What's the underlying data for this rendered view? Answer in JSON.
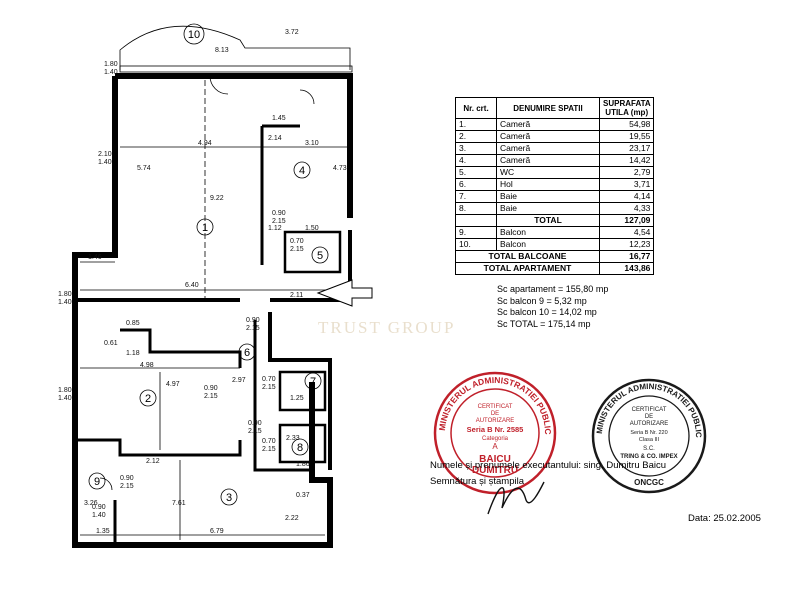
{
  "rooms": {
    "r1": "1",
    "r2": "2",
    "r3": "3",
    "r4": "4",
    "r5": "5",
    "r6": "6",
    "r7": "7",
    "r8": "8",
    "r9": "9",
    "r10": "10"
  },
  "dimensions": {
    "d_813": "8.13",
    "d_372": "3.72",
    "d_180a": "1.80",
    "d_140a": "1.40",
    "d_210": "2.10",
    "d_140b": "1.40",
    "d_494": "4.94",
    "d_310": "3.10",
    "d_574": "5.74",
    "d_922": "9.22",
    "d_473": "4.73",
    "d_145": "1.45",
    "d_214": "2.14",
    "d_090a": "0.90",
    "d_215a": "2.15",
    "d_150": "1.50",
    "d_070a": "0.70",
    "d_215b": "2.15",
    "d_112": "1.12",
    "d_146": "1.46",
    "d_180b": "1.80",
    "d_140c": "1.40",
    "d_640": "6.40",
    "d_211": "2.11",
    "d_085": "0.85",
    "d_118": "1.18",
    "d_061": "0.61",
    "d_090b": "0.90",
    "d_215c": "2.15",
    "d_498": "4.98",
    "d_497": "4.97",
    "d_297": "2.97",
    "d_090c": "0.90",
    "d_215d": "2.15",
    "d_070b": "0.70",
    "d_215e": "2.15",
    "d_180c": "1.80",
    "d_140d": "1.40",
    "d_090d": "0.90",
    "d_215f": "2.15",
    "d_212": "2.12",
    "d_761": "7.61",
    "d_070c": "0.70",
    "d_215g": "2.15",
    "d_186": "1.86",
    "d_090e": "0.90",
    "d_215h": "2.15",
    "d_037": "0.37",
    "d_090f": "0.90",
    "d_140e": "1.40",
    "d_326": "3.26",
    "d_135": "1.35",
    "d_679": "6.79",
    "d_222": "2.22",
    "d_233": "2.33",
    "d_125": "1.25"
  },
  "table": {
    "headers": {
      "nr": "Nr. crt.",
      "name": "DENUMIRE SPATII",
      "area": "SUPRAFATA UTILA (mp)"
    },
    "rows": [
      {
        "nr": "1.",
        "name": "Cameră",
        "area": "54,98"
      },
      {
        "nr": "2.",
        "name": "Cameră",
        "area": "19,55"
      },
      {
        "nr": "3.",
        "name": "Cameră",
        "area": "23,17"
      },
      {
        "nr": "4.",
        "name": "Cameră",
        "area": "14,42"
      },
      {
        "nr": "5.",
        "name": "WC",
        "area": "2,79"
      },
      {
        "nr": "6.",
        "name": "Hol",
        "area": "3,71"
      },
      {
        "nr": "7.",
        "name": "Baie",
        "area": "4,14"
      },
      {
        "nr": "8.",
        "name": "Baie",
        "area": "4,33"
      },
      {
        "nr": "",
        "name": "TOTAL",
        "area": "127,09"
      },
      {
        "nr": "9.",
        "name": "Balcon",
        "area": "4,54"
      },
      {
        "nr": "10.",
        "name": "Balcon",
        "area": "12,23"
      }
    ],
    "total_balcoane": {
      "name": "TOTAL BALCOANE",
      "area": "16,77"
    },
    "total_apartament": {
      "name": "TOTAL APARTAMENT",
      "area": "143,86"
    }
  },
  "notes": {
    "sc_apartament": "Sc apartament = 155,80 mp",
    "sc_balcon9": "Sc balcon 9 = 5,32 mp",
    "sc_balcon10": "Sc balcon 10 = 14,02 mp",
    "sc_total": "Sc TOTAL = 175,14 mp"
  },
  "watermark": "TRUST GROUP",
  "stamp1": {
    "ring": "MINISTERUL ADMINISTRATIEI PUBLICE",
    "line1": "CERTIFICAT",
    "line2": "DE",
    "line3": "AUTORIZARE",
    "line4": "Seria B Nr. 2585",
    "line5": "Categoria",
    "line6": "A",
    "name1": "BAICU",
    "name2": "DUMITRU"
  },
  "stamp2": {
    "ring": "MINISTERUL ADMINISTRATIEI PUBLICE",
    "line1": "CERTIFICAT",
    "line2": "DE",
    "line3": "AUTORIZARE",
    "line4": "Seria B Nr. 220",
    "line5": "Clasa III",
    "line6": "S.C.",
    "line7": "TRING & CO. IMPEX",
    "bottom": "ONCGC"
  },
  "signature": {
    "label": "Numele și prenumele executantului: sing. Dumitru Baicu",
    "stamp_label": "Semnătura și ștampila"
  },
  "date": "Data: 25.02.2005",
  "colors": {
    "stamp_red": "#c0202a",
    "stamp_dark": "#1a1a1a",
    "watermark": "#e9dfcd"
  }
}
